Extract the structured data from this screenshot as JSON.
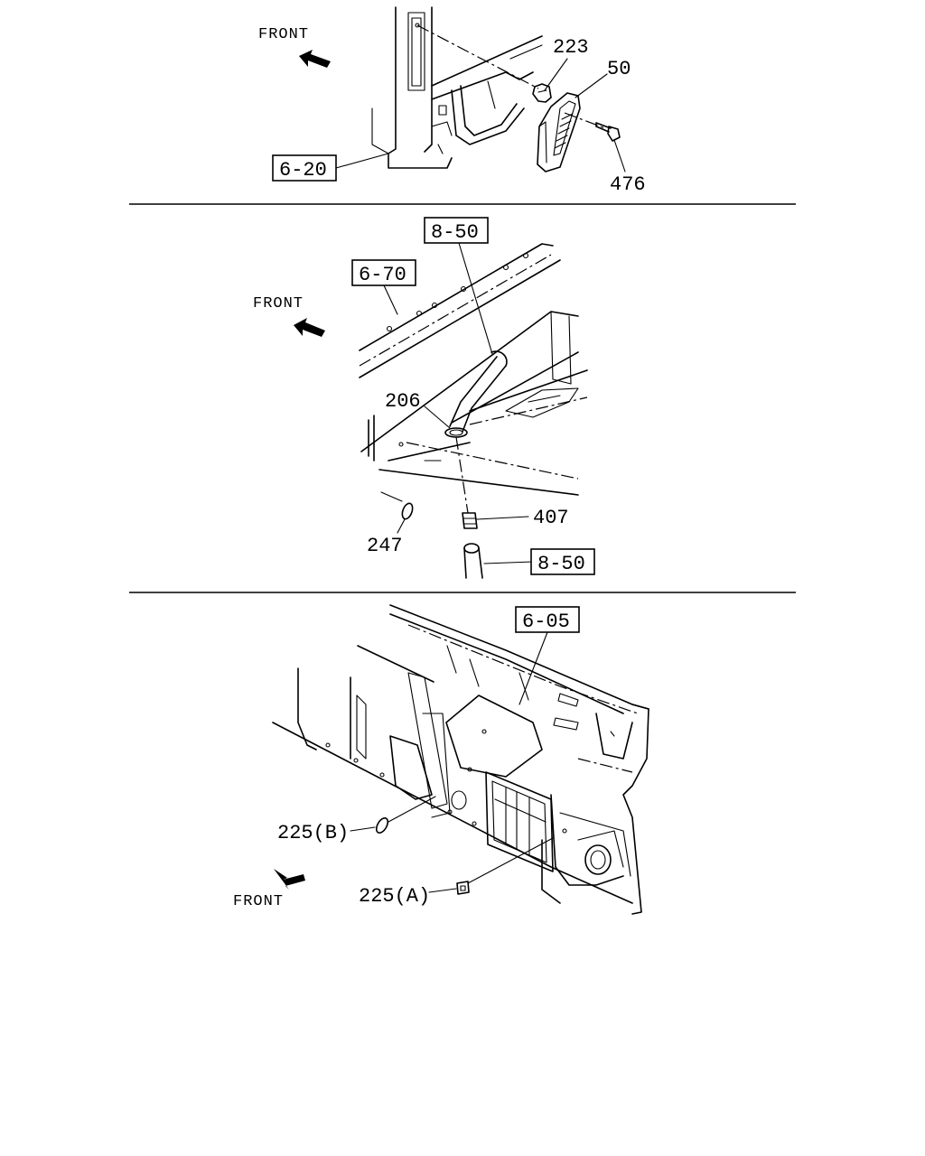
{
  "panels": [
    {
      "front_label": "FRONT",
      "callouts": [
        "223",
        "50",
        "476"
      ],
      "refs": [
        "6-20"
      ]
    },
    {
      "front_label": "FRONT",
      "callouts": [
        "206",
        "247",
        "407"
      ],
      "refs": [
        "8-50",
        "6-70",
        "8-50"
      ]
    },
    {
      "front_label": "FRONT",
      "callouts": [
        "225(B)",
        "225(A)"
      ],
      "refs": [
        "6-05"
      ]
    }
  ]
}
